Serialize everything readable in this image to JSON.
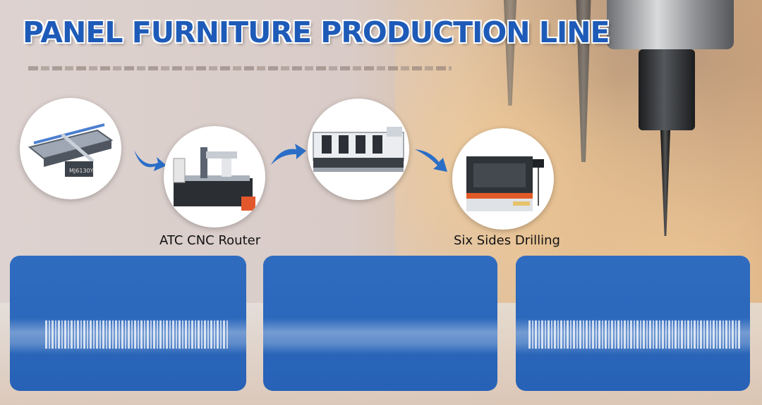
{
  "title": "PANEL FURNITURE PRODUCTION LINE",
  "steps": [
    {
      "label": ""
    },
    {
      "label": "ATC CNC Router"
    },
    {
      "label": ""
    },
    {
      "label": "Six Sides Drilling"
    }
  ],
  "colors": {
    "title_blue": "#1e5bb8",
    "card_blue": "#2f6cc0",
    "arrow_blue": "#2a6ec7"
  },
  "icons": [
    "panel-saw-icon",
    "cnc-router-icon",
    "edge-bander-icon",
    "drilling-machine-icon",
    "arrow-right-icon"
  ]
}
